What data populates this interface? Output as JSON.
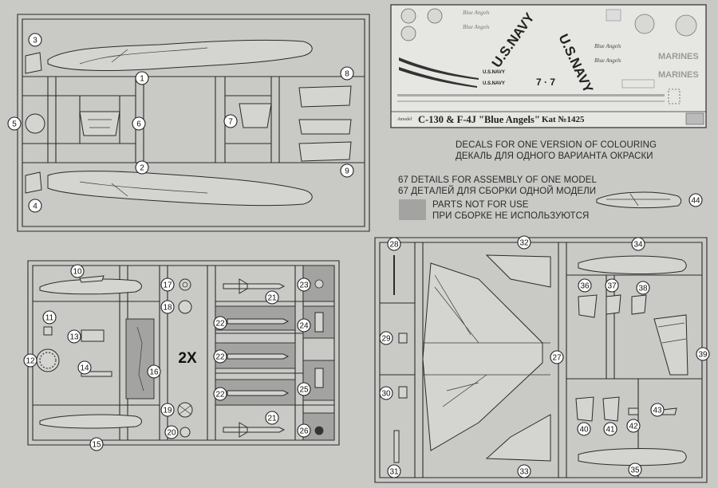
{
  "decal_sheet": {
    "title": "C-130 & F-4J \"Blue Angels\"",
    "catalog": "Kat №1425",
    "brand": "Amodel",
    "usnavy_large": "U.S.NAVY",
    "usnavy_small": "U.S.NAVY",
    "blue_angels": "Blue Angels",
    "marines": "MARINES",
    "number_77": "7 · 7"
  },
  "info": {
    "decals_en": "DECALS FOR ONE VERSION OF COLOURING",
    "decals_ru": "ДЕКАЛЬ ДЛЯ ОДНОГО ВАРИАНТА ОКРАСКИ",
    "details_en": "67 DETAILS FOR ASSEMBLY OF ONE MODEL",
    "details_ru": "67 ДЕТАЛЕЙ ДЛЯ СБОРКИ ОДНОЙ МОДЕЛИ",
    "not_for_use_en": "PARTS NOT FOR USE",
    "not_for_use_ru": "ПРИ СБОРКЕ НЕ ИСПОЛЬЗУЮТСЯ",
    "multiplier": "2X"
  },
  "part_numbers": [
    "1",
    "2",
    "3",
    "4",
    "5",
    "6",
    "7",
    "8",
    "9",
    "10",
    "11",
    "12",
    "13",
    "14",
    "15",
    "16",
    "17",
    "18",
    "19",
    "20",
    "21",
    "21",
    "22",
    "22",
    "22",
    "23",
    "24",
    "25",
    "26",
    "27",
    "28",
    "29",
    "30",
    "31",
    "32",
    "33",
    "34",
    "35",
    "36",
    "37",
    "38",
    "39",
    "40",
    "41",
    "42",
    "43",
    "44"
  ],
  "colors": {
    "background": "#c9c9c6",
    "line": "#2b2b2b",
    "unused_part_fill": "#a3a3a1",
    "decal_paper": "#e6e6e3"
  }
}
